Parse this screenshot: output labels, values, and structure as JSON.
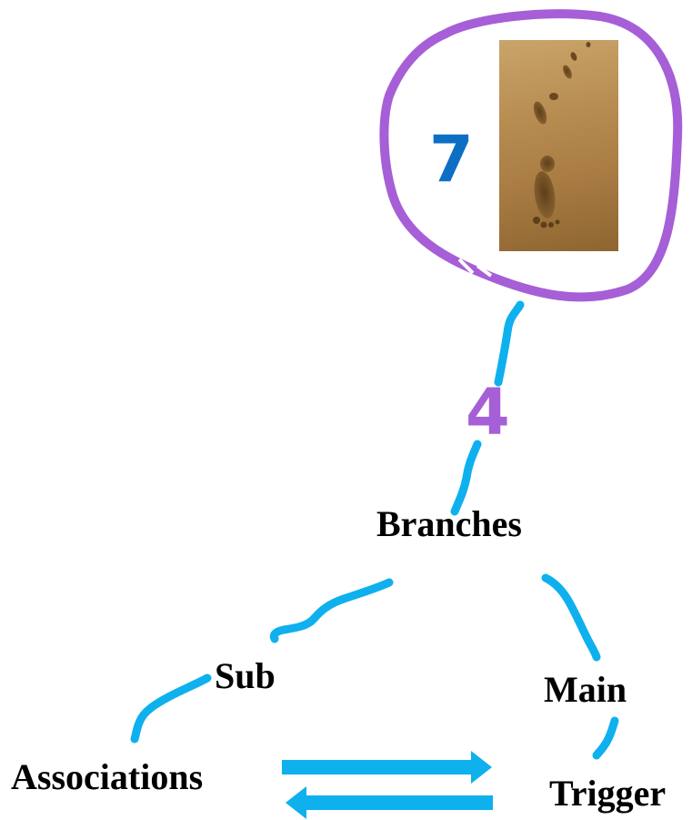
{
  "colors": {
    "connector_blue": "#0fb0ee",
    "circle_purple": "#a65fd6",
    "seven_blue": "#0d6fc4",
    "four_purple": "#a65fd6",
    "sand": "#b88d52"
  },
  "numbers": {
    "seven": "7",
    "four": "4"
  },
  "nodes": {
    "branches": "Branches",
    "sub": "Sub",
    "main": "Main",
    "associations": "Associations",
    "trigger": "Trigger"
  },
  "image": {
    "subject": "footprints in sand photo"
  }
}
